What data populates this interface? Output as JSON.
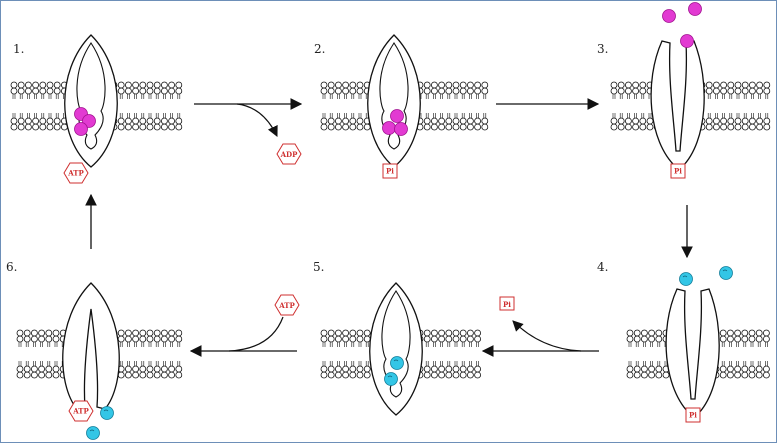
{
  "colors": {
    "sodium": "#e23ad2",
    "sodium_stroke": "#a0128f",
    "potassium": "#33c6e6",
    "potassium_stroke": "#127d99",
    "tag": "#cf2f2f",
    "ink": "#111111",
    "frame": "#6d8fb8"
  },
  "steps": [
    {
      "label": "1.",
      "state": "closed",
      "ions": "sodium",
      "ion_count": 3,
      "tag": "ATP",
      "tag_shape": "hexagon"
    },
    {
      "label": "2.",
      "state": "closed",
      "ions": "sodium",
      "ion_count": 3,
      "tag": "Pi",
      "tag_shape": "square"
    },
    {
      "label": "3.",
      "state": "open-out",
      "ions": "sodium",
      "ion_count": 3,
      "tag": "Pi",
      "tag_shape": "square"
    },
    {
      "label": "4.",
      "state": "open-out",
      "ions": "potassium",
      "ion_count": 2,
      "tag": "Pi",
      "tag_shape": "square"
    },
    {
      "label": "5.",
      "state": "closed",
      "ions": "potassium",
      "ion_count": 2,
      "tag": "",
      "tag_shape": "none"
    },
    {
      "label": "6.",
      "state": "open-in",
      "ions": "potassium",
      "ion_count": 2,
      "tag": "ATP",
      "tag_shape": "hexagon"
    }
  ],
  "transitions": [
    {
      "from": "1.",
      "to": "2.",
      "released": "ADP",
      "released_shape": "hexagon",
      "direction": "out"
    },
    {
      "from": "2.",
      "to": "3.",
      "released": "",
      "released_shape": "none",
      "direction": "none"
    },
    {
      "from": "3.",
      "to": "4.",
      "released": "",
      "released_shape": "none",
      "direction": "none"
    },
    {
      "from": "4.",
      "to": "5.",
      "released": "Pi",
      "released_shape": "square",
      "direction": "out"
    },
    {
      "from": "5.",
      "to": "6.",
      "released": "ATP",
      "released_shape": "hexagon",
      "direction": "in"
    },
    {
      "from": "6.",
      "to": "1.",
      "released": "",
      "released_shape": "none",
      "direction": "none"
    }
  ]
}
